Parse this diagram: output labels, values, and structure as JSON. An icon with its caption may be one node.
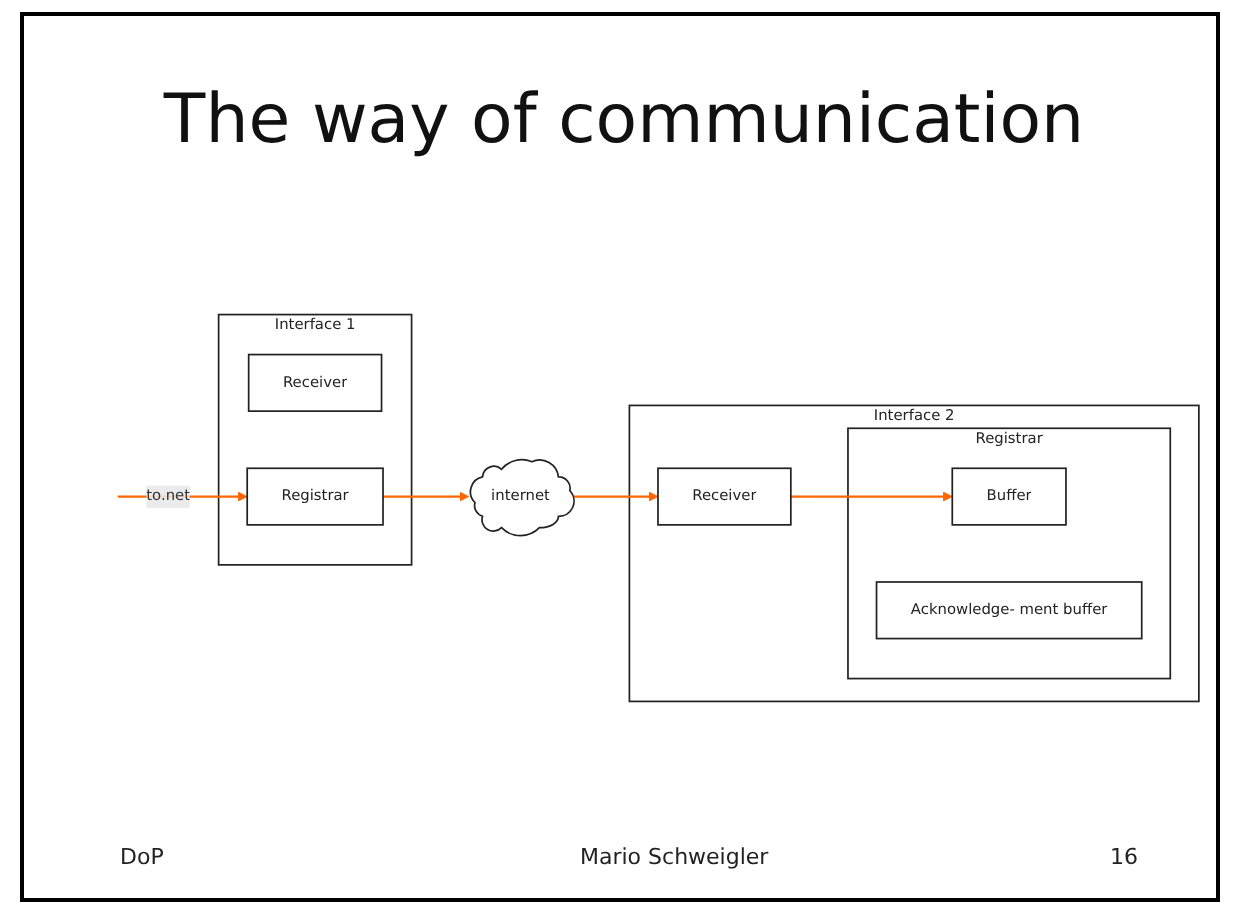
{
  "diagram": {
    "title": "The way of communication",
    "nodes": [
      {
        "text": [
          "Interface 1"
        ]
      },
      {
        "text": [
          "Receiver"
        ],
        "in": 0
      },
      {
        "text": [
          "Registrar"
        ],
        "in": 0
      },
      {
        "text": [
          "internet"
        ]
      },
      {
        "text": [
          "Interface 2"
        ]
      },
      {
        "text": [
          "Receiver"
        ],
        "in": 4
      },
      {
        "text": [
          "Registrar"
        ],
        "in": 4
      },
      {
        "text": [
          "Buffer"
        ],
        "in": 6
      },
      {
        "text": [
          "Acknowledge- ment buffer"
        ],
        "in": 6
      }
    ],
    "edges": [
      {
        "from": null,
        "to": 2,
        "arrow": "to",
        "label": "to.net"
      },
      {
        "from": 2,
        "to": 3,
        "arrow": "to"
      },
      {
        "from": 3,
        "to": 5,
        "arrow": "to"
      },
      {
        "from": 5,
        "to": 7,
        "arrow": "to"
      }
    ],
    "labels": [
      "DoP",
      "Mario Schweigler",
      "16"
    ]
  }
}
